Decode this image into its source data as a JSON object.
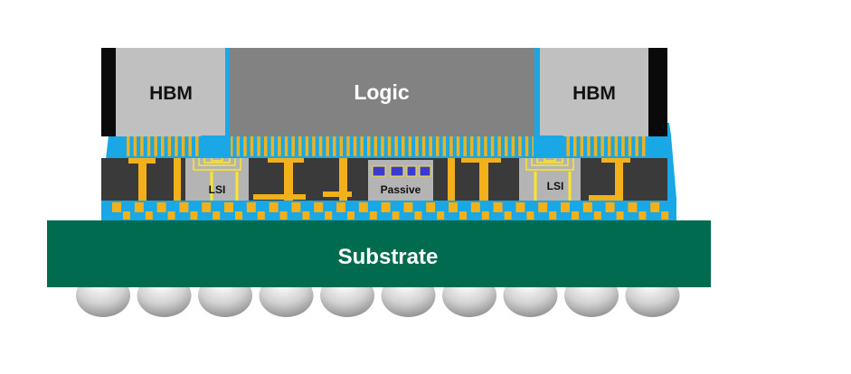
{
  "labels": {
    "hbm_left": "HBM",
    "logic": "Logic",
    "hbm_right": "HBM",
    "lsi_left": "LSI",
    "passive": "Passive",
    "lsi_right": "LSI",
    "substrate": "Substrate"
  },
  "colors": {
    "background": "#ffffff",
    "die_frame": "#0a0a0a",
    "hbm": "#c0c0c0",
    "logic": "#828282",
    "underfill": "#1aa7e6",
    "mold": "#3a3a3a",
    "lsi": "#b4b4b4",
    "conductor": "#f2b11a",
    "wire": "#ffe62a",
    "substrate": "#006b4e",
    "solder_ball": "#cfcfcf",
    "passive_cap": "#3a3ad0"
  }
}
